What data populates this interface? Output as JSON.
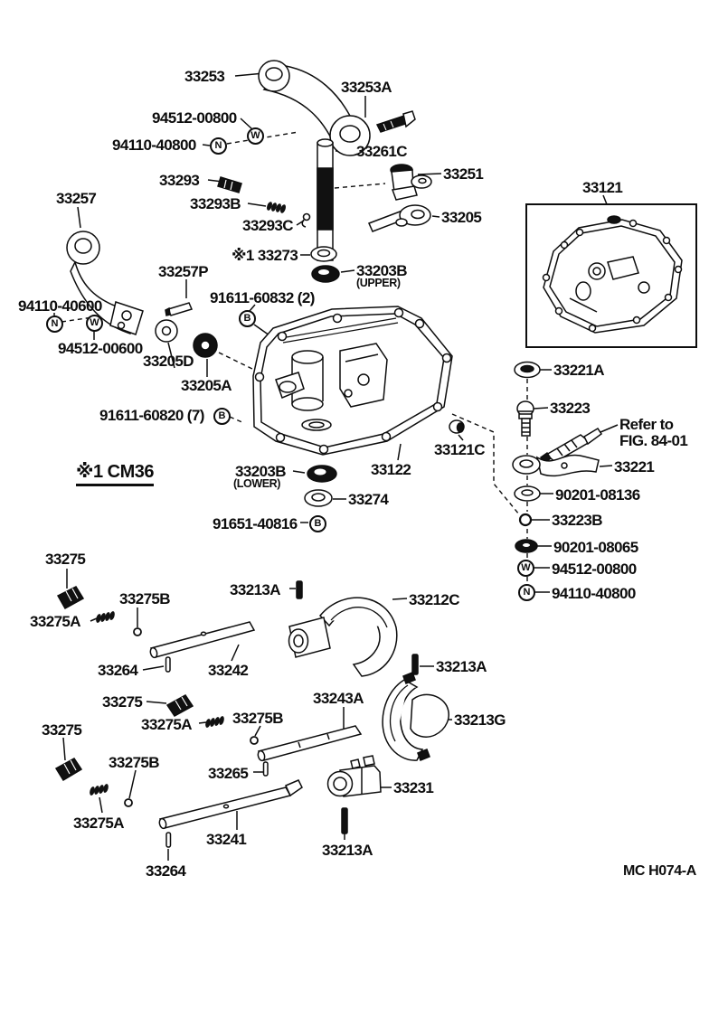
{
  "page": {
    "background": "#ffffff",
    "ink": "#0d0d0d",
    "drawing_code": "MC H074-A",
    "footnote": "※1  CM36"
  },
  "labels": {
    "33253": "33253",
    "33253A": "33253A",
    "94512-00800": "94512-00800",
    "94110-40800": "94110-40800",
    "33261C": "33261C",
    "33293": "33293",
    "33251": "33251",
    "33293B": "33293B",
    "33257": "33257",
    "33293C": "33293C",
    "33205": "33205",
    "33121": "33121",
    "33273": "※1 33273",
    "33257P": "33257P",
    "33203B": "33203B",
    "91611-60832": "91611-60832 (2)",
    "94110-40600": "94110-40600",
    "94512-00600": "94512-00600",
    "33205D": "33205D",
    "33205A": "33205A",
    "91611-60820": "91611-60820 (7)",
    "33121C": "33121C",
    "33122": "33122",
    "33221A": "33221A",
    "33223": "33223",
    "33221": "33221",
    "90201-08136": "90201-08136",
    "33223B": "33223B",
    "91651-40816": "91651-40816",
    "90201-08065": "90201-08065",
    "33274": "33274",
    "33275": "33275",
    "33213A": "33213A",
    "33275B": "33275B",
    "33212C": "33212C",
    "33275A": "33275A",
    "33264": "33264",
    "33242": "33242",
    "33243A": "33243A",
    "33213G": "33213G",
    "33265": "33265",
    "33231": "33231",
    "33241": "33241"
  },
  "sub_labels": {
    "upper": "(UPPER)",
    "lower": "(LOWER)"
  },
  "refer_note": {
    "line1": "Refer to",
    "line2": "FIG. 84-01"
  },
  "markers": {
    "B": "B",
    "W": "W",
    "N": "N"
  }
}
